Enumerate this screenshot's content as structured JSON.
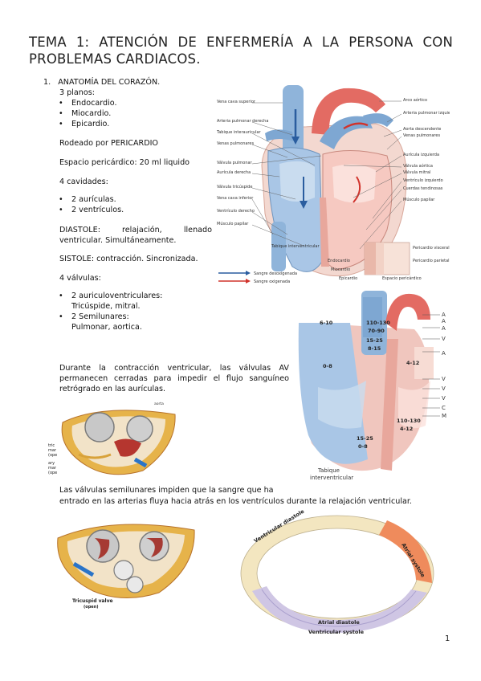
{
  "title": "TEMA 1: ATENCIÓN DE ENFERMERÍA A LA PERSONA CON PROBLEMAS CARDIACOS.",
  "section": {
    "number": "1.",
    "heading": "ANATOMÍA DEL CORAZÓN."
  },
  "planos": {
    "label": "3 planos:",
    "items": [
      "Endocardio.",
      "Miocardio.",
      "Epicardio."
    ]
  },
  "pericardio": "Rodeado por PERICARDIO",
  "espacio": "Espacio pericárdico: 20 ml liquido",
  "cavidades": {
    "label": "4 cavidades:",
    "items": [
      "2 aurículas.",
      "2 ventrículos."
    ]
  },
  "diastole": "DIASTOLE: relajación, llenado ventricular. Simultáneamente.",
  "sistole": "SISTOLE: contracción. Sincronizada.",
  "valvulas": {
    "label": "4 válvulas:",
    "items": [
      {
        "name": "2 auriculoventriculares:",
        "detail": "Tricúspide, mitral."
      },
      {
        "name": "2 Semilunares:",
        "detail": "Pulmonar, aortica."
      }
    ]
  },
  "para_av": "Durante la contracción ventricular, las válvulas AV permanecen cerradas para impedir el flujo sanguíneo retrógrado en las aurículas.",
  "para_semilunar_1": "Las válvulas semilunares impiden que la sangre que ha",
  "para_semilunar_2": "entrado en las arterias fluya hacia atrás en los ventrículos durante la relajación ventricular.",
  "heart1": {
    "labels_left": [
      "Vena cava superior",
      "Arteria pulmonar derecha",
      "Tabique interauricular",
      "Venas pulmonares",
      "Válvula pulmonar",
      "Aurícula derecha",
      "Válvula tricúspide",
      "Vena cava inferior",
      "Ventrículo derecho",
      "Músculo papilar"
    ],
    "labels_right": [
      "Arco aórtico",
      "Arteria pulmonar izquierda",
      "Aorta descendente",
      "Venas pulmonares",
      "Aurícula izquierda",
      "Válvula aórtica",
      "Válvula mitral",
      "Ventrículo izquierdo",
      "Cuerdas tendinosas",
      "Músculo papilar"
    ],
    "labels_bottom": [
      "Tabique interventricular",
      "Endocardio",
      "Miocardio",
      "Epicardio",
      "Pericardio visceral",
      "Pericardio parietal",
      "Espacio pericárdico"
    ],
    "legend": [
      "Sangre desoxigenada",
      "Sangre oxigenada"
    ]
  },
  "heart2": {
    "pressures": [
      "6-10",
      "110-130",
      "70-90",
      "15-25",
      "8-15",
      "0-8",
      "4-12",
      "110-130",
      "4-12",
      "15-25",
      "0-8"
    ],
    "septum": "Tabique interventricular",
    "edge_letters": [
      "A",
      "A",
      "A",
      "V",
      "A",
      "V",
      "V",
      "V",
      "C",
      "M"
    ]
  },
  "valve1": {
    "top_label": "aorta",
    "side_labels": [
      "tric",
      "mar",
      "(ope",
      "ary",
      "mar",
      "(ope"
    ]
  },
  "valve2": {
    "label": "Tricuspid valve",
    "sub": "(open)"
  },
  "cycle": {
    "labels": [
      "Ventricular diastole",
      "Atrial systole",
      "Atrial diastole",
      "Ventricular systole"
    ]
  },
  "page_number": "1",
  "colors": {
    "blue": "#8fb4da",
    "red": "#e05a55",
    "pink": "#f0c6be",
    "orange": "#ef8b5c",
    "lavender": "#cfc6e4",
    "cream": "#f5e7c0"
  }
}
